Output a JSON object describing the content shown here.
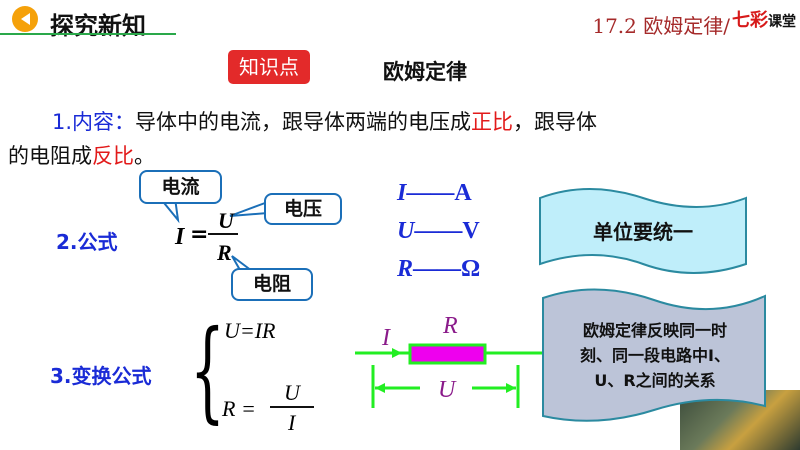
{
  "header": {
    "section_title": "探究新知",
    "breadcrumb": "17.2 欧姆定律/",
    "logo_text": "七彩",
    "logo_suffix": "课堂"
  },
  "knowledge": {
    "badge": "知识点",
    "topic": "欧姆定律"
  },
  "content": {
    "label": "1.内容：",
    "text_a": "导体中的电流，跟导体两端的电压成",
    "highlight1": "正比",
    "text_b": "，跟导体",
    "text_c": "的电阻成",
    "highlight2": "反比",
    "text_d": "。"
  },
  "formula": {
    "label": "2.公式",
    "lhs": "I",
    "eq": "=",
    "num": "U",
    "den": "R",
    "bubble_current": "电流",
    "bubble_voltage": "电压",
    "bubble_resistance": "电阻"
  },
  "units": [
    {
      "sym": "I",
      "dash": "——",
      "unit": "A"
    },
    {
      "sym": "U",
      "dash": "——",
      "unit": "V"
    },
    {
      "sym": "R",
      "dash": "——",
      "unit": "Ω"
    }
  ],
  "unit_note": "单位要统一",
  "transform": {
    "label": "3.变换公式",
    "f1": "U=IR",
    "f2_lhs": "R =",
    "f2_num": "U",
    "f2_den": "I"
  },
  "circuit": {
    "current": "I",
    "resistor": "R",
    "voltage": "U"
  },
  "relation_note": {
    "l1": "欧姆定律反映同一时",
    "l2": "刻、同一段电路中I、",
    "l3": "U、R之间的关系"
  },
  "colors": {
    "accent_red": "#e32a2a",
    "blue": "#1a2bd6",
    "wire": "#22ee22",
    "resistor": "#ee00ee"
  }
}
